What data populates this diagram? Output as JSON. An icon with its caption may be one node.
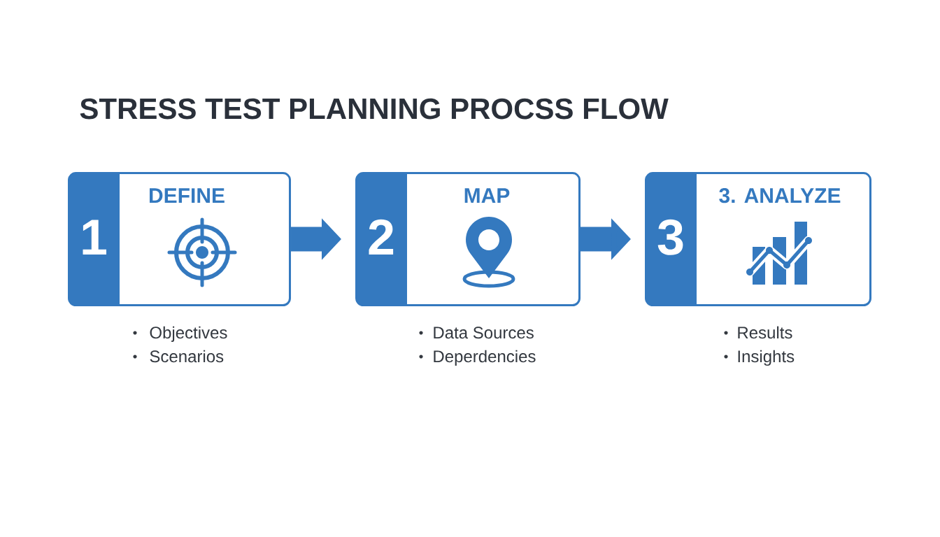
{
  "diagram": {
    "title": "STRESS TEST PLANNING PROCSS FLOW",
    "nodes": [
      {
        "text": [
          "1",
          "DEFINE"
        ],
        "beside": [
          "Objectives",
          "Scenarios"
        ]
      },
      {
        "text": [
          "2",
          "MAP"
        ],
        "beside": [
          "Data Sources",
          "Deperdencies"
        ]
      },
      {
        "text": [
          "3",
          "3. ANALYZE"
        ],
        "beside": [
          "Results",
          "Insights"
        ]
      }
    ],
    "edges": [
      {
        "from": 0,
        "to": 1,
        "arrow": "to"
      },
      {
        "from": 1,
        "to": 2,
        "arrow": "to"
      }
    ]
  }
}
